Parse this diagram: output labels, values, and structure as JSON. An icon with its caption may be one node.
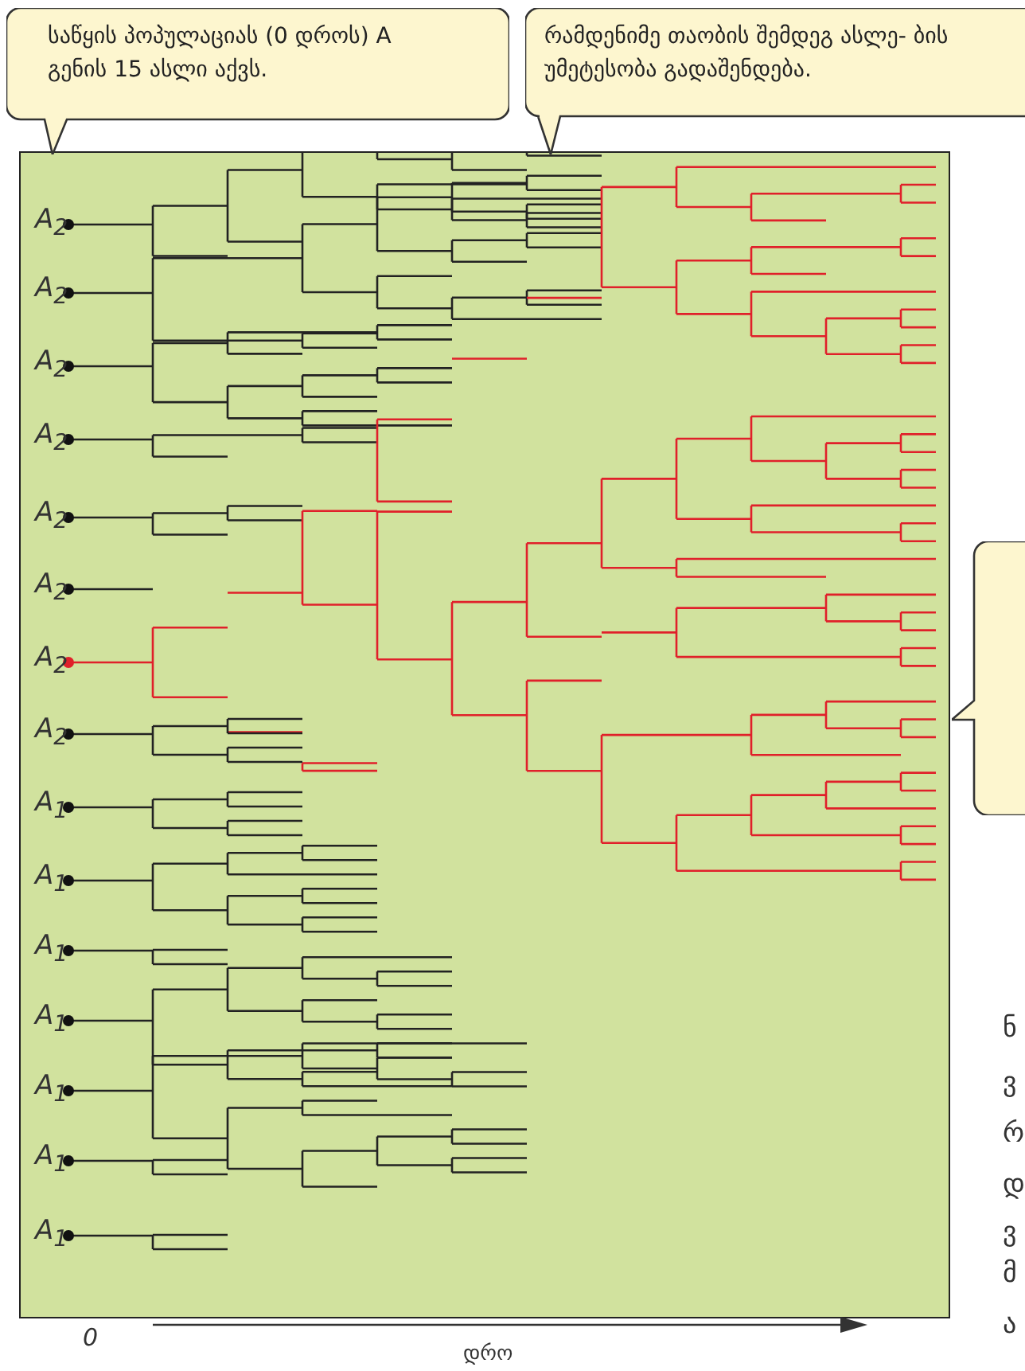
{
  "diagram": {
    "nodes": [
      {
        "text": [
          "საწყის პოპულაციას (0 დროს) A გენის 15 ასლი აქვს."
        ]
      },
      {
        "text": [
          "რამდენიმე თაობის შემდეგ ასლე- ბის უმეტესობა გადაშენდება."
        ]
      },
      {
        "text": [],
        "shape": "box"
      },
      {
        "text": [],
        "shape": "callout"
      }
    ],
    "labels": [
      "A$_{2}$",
      "A$_{2}$",
      "A$_{2}$",
      "A$_{2}$",
      "A$_{2}$",
      "A$_{2}$",
      "A$_{2}$",
      "A$_{2}$",
      "A$_{1}$",
      "A$_{1}$",
      "A$_{1}$",
      "A$_{1}$",
      "A$_{1}$",
      "A$_{1}$",
      "A$_{1}$",
      "0",
      "დრო",
      "ნ",
      "ვ",
      "რ",
      "დ",
      "ვ",
      "მ",
      "ა"
    ]
  }
}
